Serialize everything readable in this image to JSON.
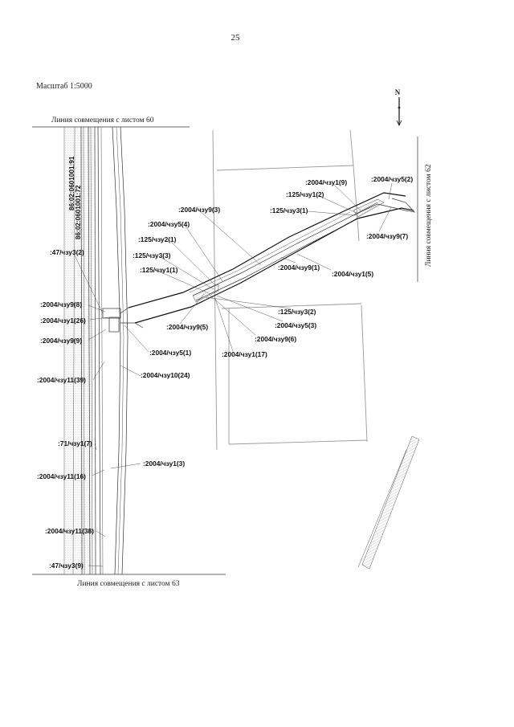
{
  "page_number": "25",
  "scale": "Масштаб 1:5000",
  "north_label": "N",
  "match_lines": {
    "top": "Линия совмещения с листом 60",
    "bottom": "Линия совмещения с листом 63",
    "right": "Линия совмещения с листом 62"
  },
  "cadastral_blocks": [
    "86:02:0601001:91",
    "86:02:0601001:72"
  ],
  "parcel_labels": [
    ":47/чзу3(2)",
    ":2004/чзу9(8)",
    ":2004/чзу1(26)",
    ":2004/чзу9(9)",
    ":2004/чзу11(39)",
    ":71/чзу1(7)",
    ":2004/чзу11(16)",
    ":2004/чзу11(38)",
    ":47/чзу3(9)",
    ":2004/чзу1(3)",
    ":2004/чзу10(24)",
    ":2004/чзу5(1)",
    ":2004/чзу9(5)",
    ":2004/чзу1(17)",
    ":2004/чзу9(6)",
    ":2004/чзу5(3)",
    ":125/чзу3(2)",
    ":125/чзу1(1)",
    ":125/чзу3(3)",
    ":125/чзу2(1)",
    ":2004/чзу5(4)",
    ":2004/чзу9(3)",
    ":2004/чзу9(1)",
    ":2004/чзу1(5)",
    ":125/чзу3(1)",
    ":125/чзу1(2)",
    ":2004/чзу1(9)",
    ":2004/чзу5(2)",
    ":2004/чзу9(7)"
  ]
}
